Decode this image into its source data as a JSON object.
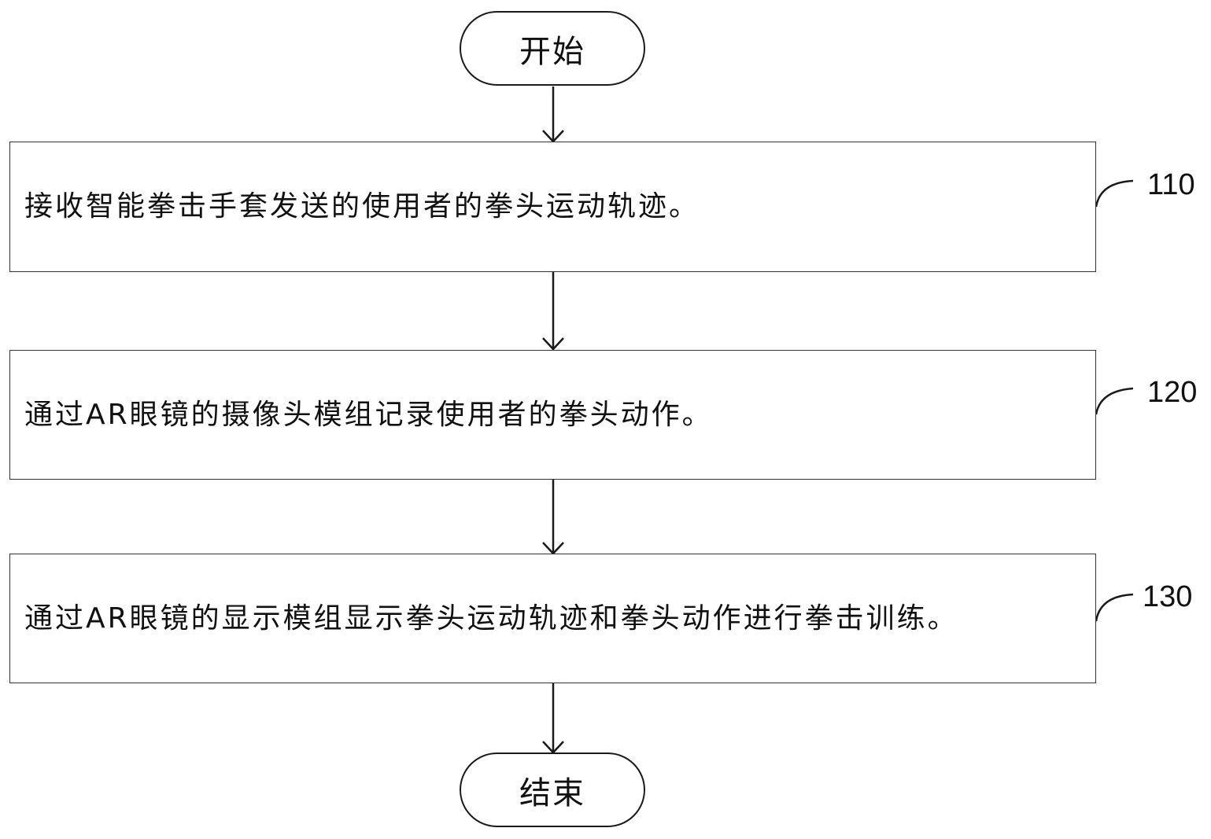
{
  "flowchart": {
    "start_label": "开始",
    "end_label": "结束",
    "steps": [
      {
        "ref": "110",
        "text": "接收智能拳击手套发送的使用者的拳头运动轨迹。"
      },
      {
        "ref": "120",
        "text": "通过AR眼镜的摄像头模组记录使用者的拳头动作。"
      },
      {
        "ref": "130",
        "text": "通过AR眼镜的显示模组显示拳头运动轨迹和拳头动作进行拳击训练。"
      }
    ]
  },
  "colors": {
    "line": "#1a1a1a",
    "background": "#ffffff",
    "text": "#111111"
  }
}
